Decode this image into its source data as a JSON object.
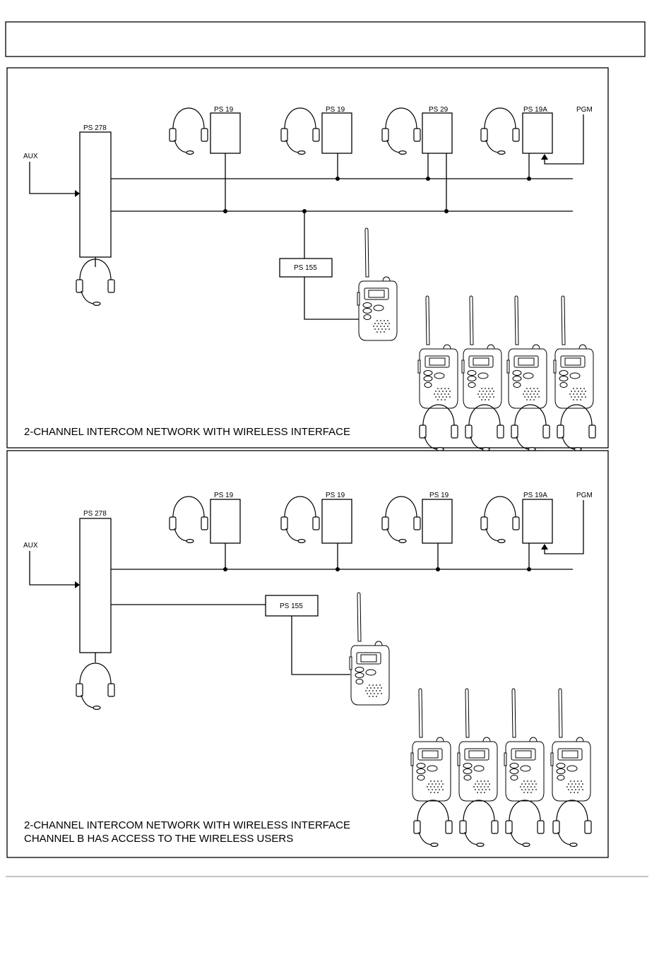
{
  "header": {
    "text": ""
  },
  "diagram1": {
    "master_label": "PS 278",
    "aux_label": "AUX",
    "pgm_label": "PGM",
    "stations": [
      "PS 19",
      "PS 19",
      "PS 29",
      "PS 19A"
    ],
    "interface_label": "PS 155",
    "caption_line1": "2-CHANNEL INTERCOM NETWORK WITH WIRELESS INTERFACE",
    "caption_line2": ""
  },
  "diagram2": {
    "master_label": "PS 278",
    "aux_label": "AUX",
    "pgm_label": "PGM",
    "stations": [
      "PS 19",
      "PS 19",
      "PS 19",
      "PS 19A"
    ],
    "interface_label": "PS 155",
    "caption_line1": "2-CHANNEL INTERCOM NETWORK WITH WIRELESS INTERFACE",
    "caption_line2": "CHANNEL B HAS ACCESS TO THE WIRELESS USERS"
  },
  "icons": {
    "headset": "headset-icon",
    "radio": "walkie-talkie-icon"
  }
}
